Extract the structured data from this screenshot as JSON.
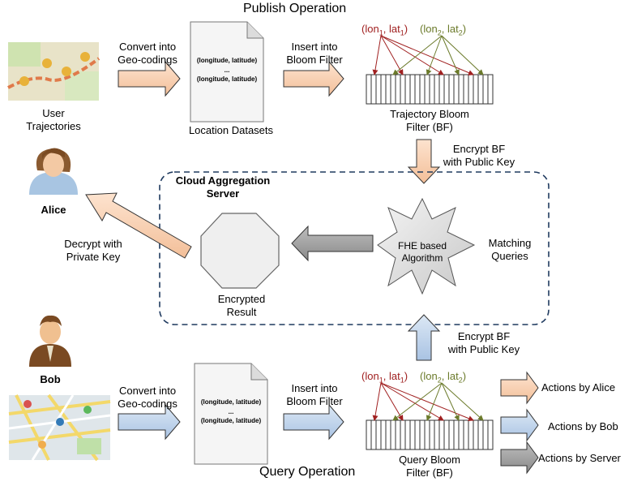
{
  "publish": {
    "title": "Publish Operation",
    "step1": "Convert into\nGeo-codings",
    "user_trajectories": "User\nTrajectories",
    "doc_line1": "(longitude, latitude)",
    "doc_dots": "...",
    "doc_line2": "(longitude, latitude)",
    "location_datasets": "Location Datasets",
    "step2": "Insert into\nBloom Filter",
    "bf_label": "Trajectory Bloom\nFilter (BF)",
    "encrypt": "Encrypt BF\nwith Public Key"
  },
  "hash_labels": {
    "lon1": "lon",
    "lat1": "lat",
    "sub1": "1",
    "lon2": "lon",
    "lat2": "lat",
    "sub2": "2"
  },
  "cloud": {
    "title": "Cloud Aggregation\nServer",
    "fhe": "FHE based\nAlgorithm",
    "matching": "Matching\nQueries",
    "result": "Encrypted\nResult"
  },
  "alice": {
    "name": "Alice",
    "decrypt": "Decrypt with\nPrivate Key"
  },
  "query": {
    "bob": "Bob",
    "title": "Query Operation",
    "step1": "Convert into\nGeo-codings",
    "doc_line1": "(longitude, latitude)",
    "doc_dots": "...",
    "doc_line2": "(longitude, latitude)",
    "step2": "Insert into\nBloom Filter",
    "bf_label": "Query Bloom\nFilter (BF)",
    "encrypt": "Encrypt BF\nwith Public Key"
  },
  "legend": {
    "alice": "Actions by Alice",
    "bob": "Actions by Bob",
    "server": "Actions by Server"
  },
  "colors": {
    "alice_arrow": "#f9d3b6",
    "bob_arrow": "#c5d9ef",
    "server_arrow": "#a6a6a6",
    "hash_red": "#a02020",
    "hash_green": "#6b7a2a"
  }
}
